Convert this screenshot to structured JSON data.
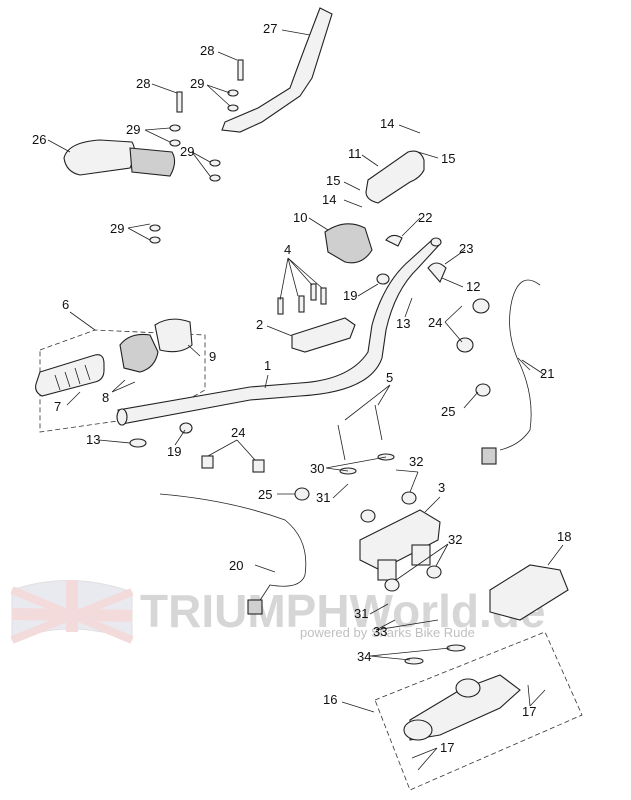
{
  "watermark": {
    "brand": "TRIUMPHWorld.de",
    "tagline": "powered by Sharks Bike Rude"
  },
  "callouts": {
    "c1": "1",
    "c2": "2",
    "c3": "3",
    "c4": "4",
    "c5": "5",
    "c6": "6",
    "c7": "7",
    "c8": "8",
    "c9": "9",
    "c10": "10",
    "c11": "11",
    "c12": "12",
    "c13a": "13",
    "c13b": "13",
    "c14a": "14",
    "c14b": "14",
    "c15a": "15",
    "c15b": "15",
    "c16": "16",
    "c17a": "17",
    "c17b": "17",
    "c18": "18",
    "c19a": "19",
    "c19b": "19",
    "c20": "20",
    "c21": "21",
    "c22": "22",
    "c23": "23",
    "c24a": "24",
    "c24b": "24",
    "c25a": "25",
    "c25b": "25",
    "c26": "26",
    "c27": "27",
    "c28a": "28",
    "c28b": "28",
    "c29a": "29",
    "c29b": "29",
    "c29c": "29",
    "c29d": "29",
    "c30": "30",
    "c31a": "31",
    "c31b": "31",
    "c32a": "32",
    "c32b": "32",
    "c33": "33",
    "c34": "34"
  }
}
